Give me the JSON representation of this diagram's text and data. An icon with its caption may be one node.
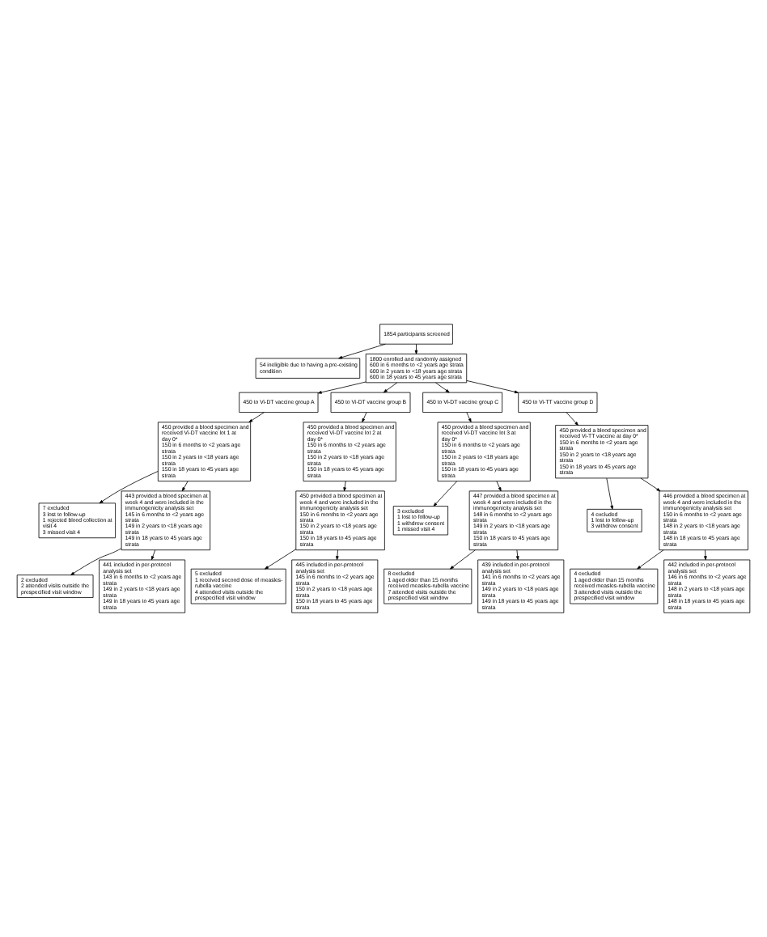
{
  "diagram": {
    "nodes": [
      {
        "text": [
          "1854 participants screened"
        ]
      },
      {
        "text": [
          "54 ineligible due to having a pre-existing condition"
        ]
      },
      {
        "text": [
          "1800 enrolled and randomly assigned",
          "600 in 6 months to <2 years age strata",
          "600 in 2 years to <18 years age strata",
          "600 in 18 years to 45 years age strata"
        ]
      },
      {
        "text": [
          "450 to Vi-DT vaccine group A"
        ]
      },
      {
        "text": [
          "450 to Vi-DT vaccine group B"
        ]
      },
      {
        "text": [
          "450 to Vi-DT vaccine group C"
        ]
      },
      {
        "text": [
          "450 to Vi-TT vaccine group D"
        ]
      },
      {
        "text": [
          "450 provided a blood specimen and received Vi-DT vaccine lot 1 at day 0*",
          "150 in 6 months to <2 years age strata",
          "150 in 2 years to <18 years age strata",
          "150 in 18 years to 45 years age strata"
        ]
      },
      {
        "text": [
          "450 provided a blood specimen and received Vi-DT vaccine lot 2 at day 0*",
          "150 in 6 months to <2 years age strata",
          "150 in 2 years to <18 years age strata",
          "150 in 18 years to 45 years age strata"
        ]
      },
      {
        "text": [
          "450 provided a blood specimen and received Vi-DT vaccine lot 3 at day 0*",
          "150 in 6 months to <2 years age strata",
          "150 in 2 years to <18 years age strata",
          "150 in 18 years to 45 years age strata"
        ]
      },
      {
        "text": [
          "450 provided a blood specimen and received Vi-TT vaccine at day 0*",
          "150 in 6 months to <2 years age strata",
          "150 in 2 years to <18 years age strata",
          "150 in 18 years to 45 years age strata"
        ]
      },
      {
        "text": [
          "7 excluded",
          "3 lost to follow-up",
          "1 rejected blood collection at visit 4",
          "3 missed visit 4"
        ]
      },
      {
        "text": [
          "3 excluded",
          "1 lost to follow-up",
          "1 withdrew consent",
          "1 missed visit 4"
        ]
      },
      {
        "text": [
          "4 excluded",
          "1 lost to follow-up",
          "3 withdrew consent"
        ]
      },
      {
        "text": [
          "443 provided a blood specimen at week 4 and were included in the immunogenicity analysis set",
          "145 in 6 months to <2 years age strata",
          "149 in 2 years to <18 years age strata",
          "149 in 18 years to 45 years age strata"
        ]
      },
      {
        "text": [
          "450 provided a blood specimen at week 4 and were included in the immunogenicity analysis set",
          "150 in 6 months to <2 years age strata",
          "150 in 2 years to <18 years age strata",
          "150 in 18 years to 45 years age strata"
        ]
      },
      {
        "text": [
          "447 provided a blood specimen at week 4 and were included in the immunogenicity analysis set",
          "148 in 6 months to <2 years age strata",
          "149 in 2 years to <18 years age strata",
          "150 in 18 years to 45 years age strata"
        ]
      },
      {
        "text": [
          "446 provided a blood specimen at week 4 and were included in the immunogenicity analysis set",
          "150 in 6 months to <2 years age strata",
          "148 in 2 years to <18 years age strata",
          "148 in 18 years to 45 years age strata"
        ]
      },
      {
        "text": [
          "2 excluded",
          "2 attended visits outside the prespecified visit window"
        ]
      },
      {
        "text": [
          "5 excluded",
          "1 received second dose of measles-rubella vaccine",
          "4 attended visits outside the prespecified visit window"
        ]
      },
      {
        "text": [
          "8 excluded",
          "1 aged older than 15 months received measles-rubella vaccine",
          "7 attended visits outside the prespecified visit window"
        ]
      },
      {
        "text": [
          "4 excluded",
          "1 aged older than 15 months received measles-rubella vaccine",
          "3 attended visits outside the prespecified visit window"
        ]
      },
      {
        "text": [
          "441 included in per-protocol analysis set",
          "143 in 6 months to <2 years age strata",
          "149 in 2 years to <18 years age strata",
          "149 in 18 years to 45 years age strata"
        ]
      },
      {
        "text": [
          "445 included in per-protocol analysis set",
          "145 in 6 months to <2 years age strata",
          "150 in 2 years to <18 years age strata",
          "150 in 18 years to 45 years age strata"
        ]
      },
      {
        "text": [
          "439 included in per-protocol analysis set",
          "141 in 6 months to <2 years age strata",
          "149 in 2 years to <18 years age strata",
          "149 in 18 years to 45 years age strata"
        ]
      },
      {
        "text": [
          "442 included in per-protocol analysis set",
          "146 in 6 months to <2 years age strata",
          "148 in 2 years to <18 years age strata",
          "148 in 18 years to 45 years age strata"
        ]
      }
    ],
    "edges": [
      {
        "from": 0,
        "to": 1,
        "arrow": "to"
      },
      {
        "from": 0,
        "to": 2,
        "arrow": "to"
      },
      {
        "from": 2,
        "to": 3,
        "arrow": "to"
      },
      {
        "from": 2,
        "to": 4,
        "arrow": "to"
      },
      {
        "from": 2,
        "to": 5,
        "arrow": "to"
      },
      {
        "from": 2,
        "to": 6,
        "arrow": "to"
      },
      {
        "from": 3,
        "to": 7,
        "arrow": "to"
      },
      {
        "from": 4,
        "to": 8,
        "arrow": "to"
      },
      {
        "from": 5,
        "to": 9,
        "arrow": "to"
      },
      {
        "from": 6,
        "to": 10,
        "arrow": "to"
      },
      {
        "from": 7,
        "to": 11,
        "arrow": "to"
      },
      {
        "from": 7,
        "to": 14,
        "arrow": "to"
      },
      {
        "from": 8,
        "to": 15,
        "arrow": "to"
      },
      {
        "from": 9,
        "to": 12,
        "arrow": "to"
      },
      {
        "from": 9,
        "to": 16,
        "arrow": "to"
      },
      {
        "from": 10,
        "to": 13,
        "arrow": "to"
      },
      {
        "from": 10,
        "to": 17,
        "arrow": "to"
      },
      {
        "from": 14,
        "to": 18,
        "arrow": "to"
      },
      {
        "from": 14,
        "to": 22,
        "arrow": "to"
      },
      {
        "from": 15,
        "to": 19,
        "arrow": "to"
      },
      {
        "from": 15,
        "to": 23,
        "arrow": "to"
      },
      {
        "from": 16,
        "to": 20,
        "arrow": "to"
      },
      {
        "from": 16,
        "to": 24,
        "arrow": "to"
      },
      {
        "from": 17,
        "to": 21,
        "arrow": "to"
      },
      {
        "from": 17,
        "to": 25,
        "arrow": "to"
      }
    ]
  }
}
